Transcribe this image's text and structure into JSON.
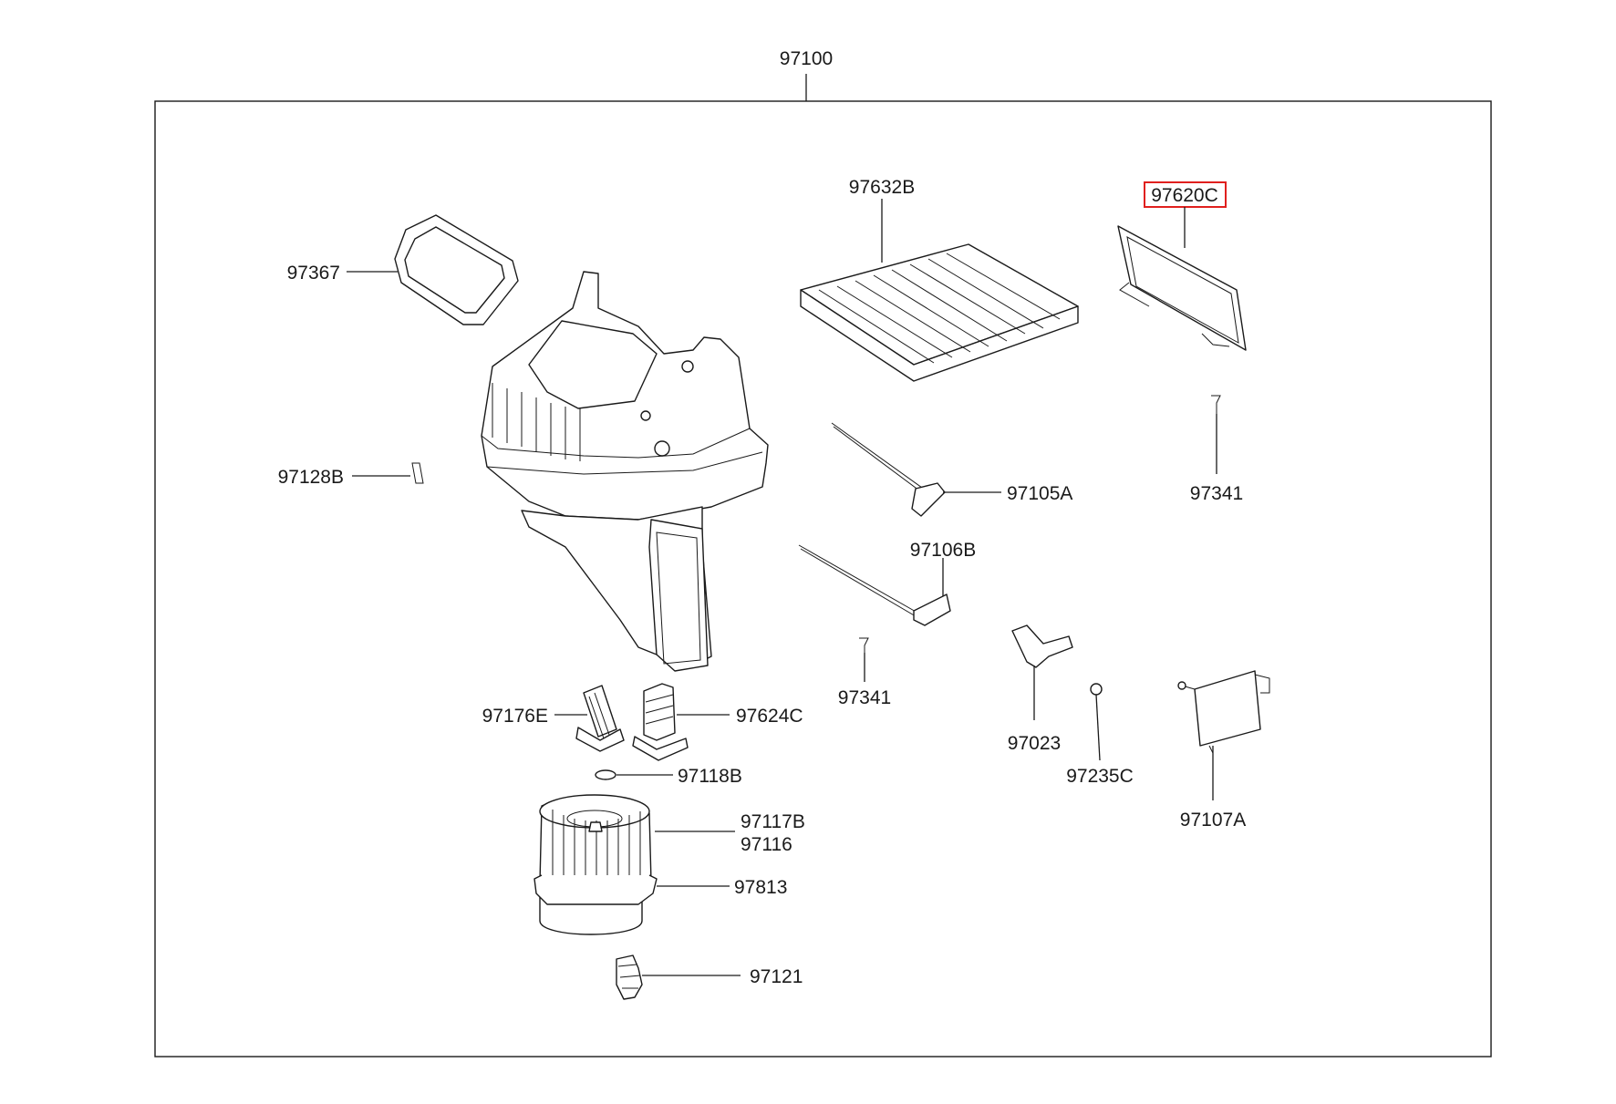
{
  "assembly_label": "97100",
  "highlight_color": "#e0201e",
  "parts": {
    "p97367": "97367",
    "p97128B": "97128B",
    "p97632B": "97632B",
    "p97620C": "97620C",
    "p97105A": "97105A",
    "p97341a": "97341",
    "p97106B": "97106B",
    "p97341b": "97341",
    "p97023": "97023",
    "p97235C": "97235C",
    "p97107A": "97107A",
    "p97176E": "97176E",
    "p97624C": "97624C",
    "p97118B": "97118B",
    "p97117B": "97117B",
    "p97116": "97116",
    "p97813": "97813",
    "p97121": "97121"
  }
}
